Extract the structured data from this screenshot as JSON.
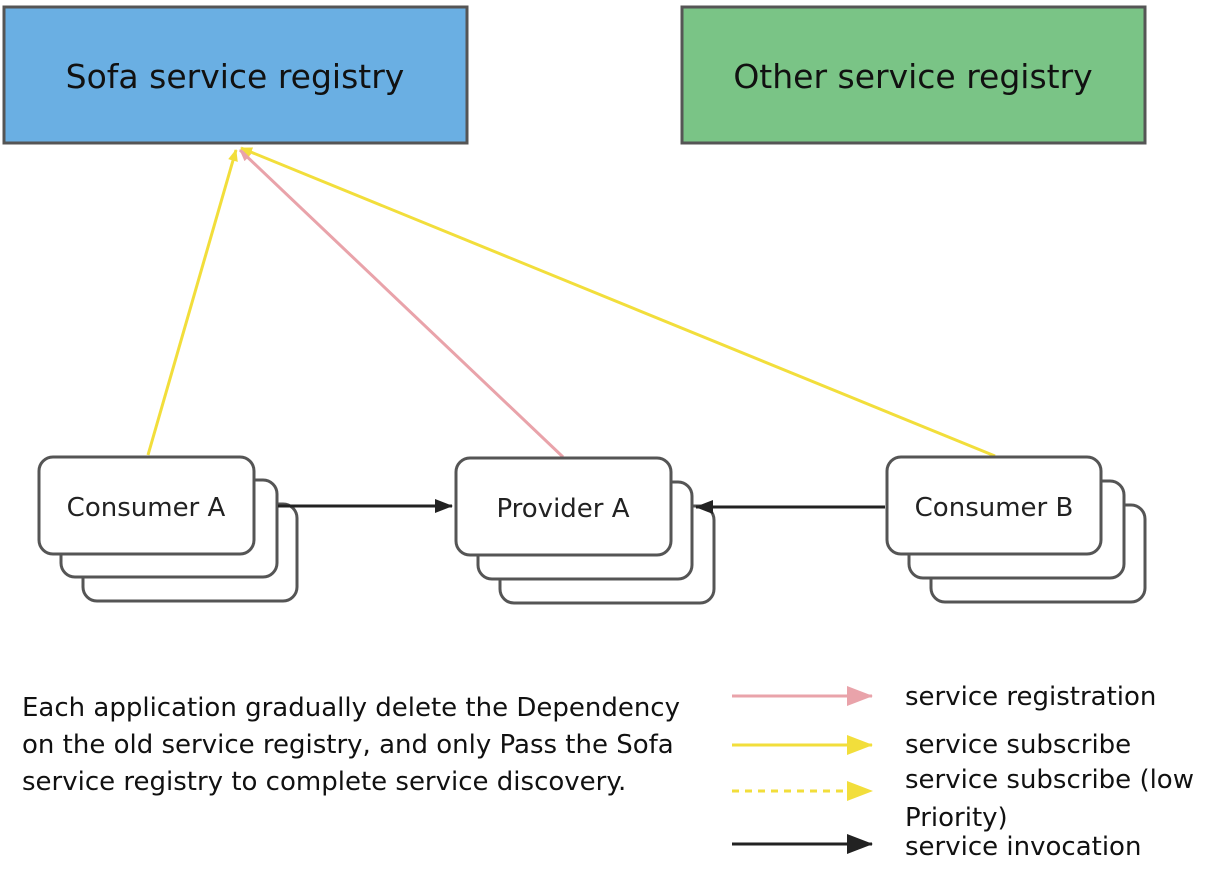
{
  "registries": {
    "sofa": {
      "label": "Sofa service registry",
      "color": "#6AAFE3"
    },
    "other": {
      "label": "Other service registry",
      "color": "#7AC486"
    }
  },
  "nodes": {
    "consumer_a": "Consumer A",
    "provider_a": "Provider A",
    "consumer_b": "Consumer B"
  },
  "description": "Each application gradually delete the Dependency on the old service registry, and only Pass the Sofa service registry to complete service discovery.",
  "legend": {
    "registration": {
      "label": "service registration",
      "color": "#E9A3AA"
    },
    "subscribe": {
      "label": "service subscribe",
      "color": "#F2DE3B"
    },
    "subscribe_low": {
      "line1": "service subscribe (low",
      "line2": "Priority)",
      "color": "#F2DE3B"
    },
    "invocation": {
      "label": "service invocation",
      "color": "#222222"
    }
  }
}
